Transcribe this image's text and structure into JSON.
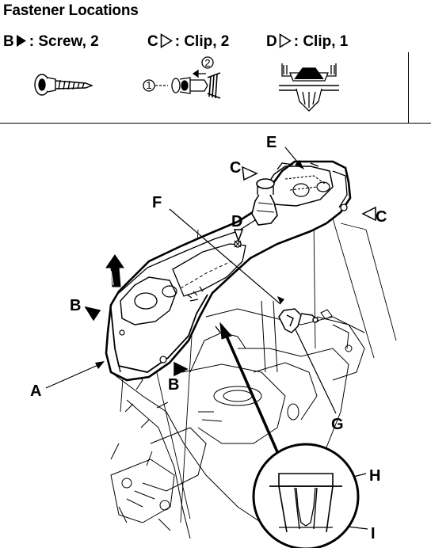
{
  "title": "Fastener Locations",
  "legend": [
    {
      "letter": "B",
      "marker": "filled-triangle",
      "text": ": Screw, 2"
    },
    {
      "letter": "C",
      "marker": "open-triangle",
      "text": ": Clip, 2"
    },
    {
      "letter": "D",
      "marker": "open-triangle",
      "text": ": Clip, 1"
    }
  ],
  "clip_steps": {
    "step1": "1",
    "step2": "2"
  },
  "callouts": {
    "A": "A",
    "B_left": "B",
    "B_lower": "B",
    "C_top": "C",
    "C_right": "C",
    "D": "D",
    "E": "E",
    "F": "F",
    "G": "G",
    "H": "H",
    "I": "I"
  },
  "icons": [
    "screw-icon",
    "push-clip-icon",
    "retainer-clip-icon",
    "console-assembly",
    "detail-inset"
  ]
}
